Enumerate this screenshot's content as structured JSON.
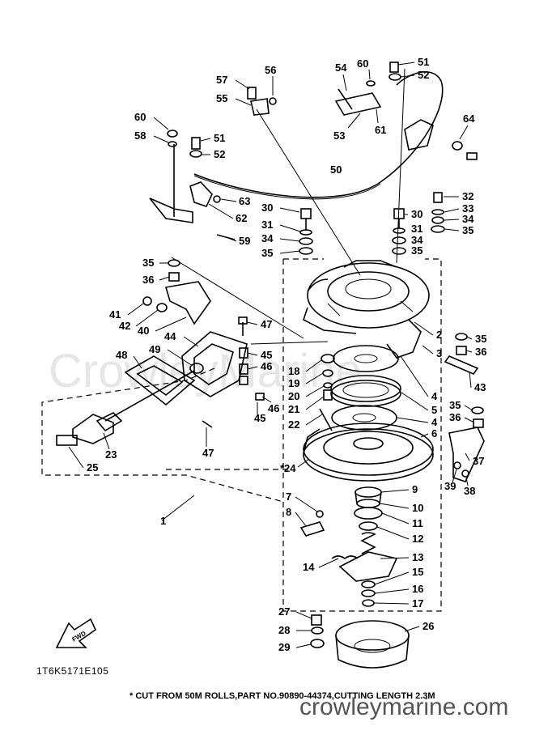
{
  "diagram": {
    "figure_id": "1T6K5171E105",
    "footnote": "* CUT FROM 50M ROLLS,PART NO.90890-44374,CUTTING LENGTH 2.3M",
    "watermark": "CrowleyMarine",
    "site_name": "crowleymarine.com",
    "fwd_label": "FWD",
    "callouts": [
      {
        "id": "c57",
        "label": "57"
      },
      {
        "id": "c56",
        "label": "56"
      },
      {
        "id": "c55a",
        "label": "55"
      },
      {
        "id": "c54",
        "label": "54"
      },
      {
        "id": "c60a",
        "label": "60"
      },
      {
        "id": "c51a",
        "label": "51"
      },
      {
        "id": "c52a",
        "label": "52"
      },
      {
        "id": "c53",
        "label": "53"
      },
      {
        "id": "c61",
        "label": "61"
      },
      {
        "id": "c64",
        "label": "64"
      },
      {
        "id": "c60b",
        "label": "60"
      },
      {
        "id": "c58",
        "label": "58"
      },
      {
        "id": "c51b",
        "label": "51"
      },
      {
        "id": "c52b",
        "label": "52"
      },
      {
        "id": "c50",
        "label": "50"
      },
      {
        "id": "c63",
        "label": "63"
      },
      {
        "id": "c62",
        "label": "62"
      },
      {
        "id": "c59",
        "label": "59"
      },
      {
        "id": "c30a",
        "label": "30"
      },
      {
        "id": "c31a",
        "label": "31"
      },
      {
        "id": "c34a",
        "label": "34"
      },
      {
        "id": "c35a",
        "label": "35"
      },
      {
        "id": "c30b",
        "label": "30"
      },
      {
        "id": "c31b",
        "label": "31"
      },
      {
        "id": "c34b",
        "label": "34"
      },
      {
        "id": "c35b",
        "label": "35"
      },
      {
        "id": "c32",
        "label": "32"
      },
      {
        "id": "c33",
        "label": "33"
      },
      {
        "id": "c34c",
        "label": "34"
      },
      {
        "id": "c35c",
        "label": "35"
      },
      {
        "id": "c35d",
        "label": "35"
      },
      {
        "id": "c36a",
        "label": "36"
      },
      {
        "id": "c41",
        "label": "41"
      },
      {
        "id": "c42",
        "label": "42"
      },
      {
        "id": "c40",
        "label": "40"
      },
      {
        "id": "c47a",
        "label": "47"
      },
      {
        "id": "c44",
        "label": "44"
      },
      {
        "id": "c49",
        "label": "49"
      },
      {
        "id": "c48",
        "label": "48"
      },
      {
        "id": "c45a",
        "label": "45"
      },
      {
        "id": "c46a",
        "label": "46"
      },
      {
        "id": "c2",
        "label": "2"
      },
      {
        "id": "c35e",
        "label": "35"
      },
      {
        "id": "c3",
        "label": "3"
      },
      {
        "id": "c36b",
        "label": "36"
      },
      {
        "id": "c18",
        "label": "18"
      },
      {
        "id": "c19",
        "label": "19"
      },
      {
        "id": "c20",
        "label": "20"
      },
      {
        "id": "c21",
        "label": "21"
      },
      {
        "id": "c22",
        "label": "22"
      },
      {
        "id": "c43",
        "label": "43"
      },
      {
        "id": "c4a",
        "label": "4"
      },
      {
        "id": "c5",
        "label": "5"
      },
      {
        "id": "c4b",
        "label": "4"
      },
      {
        "id": "c6",
        "label": "6"
      },
      {
        "id": "c35f",
        "label": "35"
      },
      {
        "id": "c36c",
        "label": "36"
      },
      {
        "id": "c46b",
        "label": "46"
      },
      {
        "id": "c45b",
        "label": "45"
      },
      {
        "id": "c23",
        "label": "23"
      },
      {
        "id": "c25",
        "label": "25"
      },
      {
        "id": "c47b",
        "label": "47"
      },
      {
        "id": "c24",
        "label": "*24"
      },
      {
        "id": "c37",
        "label": "37"
      },
      {
        "id": "c39",
        "label": "39"
      },
      {
        "id": "c38",
        "label": "38"
      },
      {
        "id": "c7",
        "label": "7"
      },
      {
        "id": "c8",
        "label": "8"
      },
      {
        "id": "c9",
        "label": "9"
      },
      {
        "id": "c10",
        "label": "10"
      },
      {
        "id": "c11",
        "label": "11"
      },
      {
        "id": "c12",
        "label": "12"
      },
      {
        "id": "c1",
        "label": "1"
      },
      {
        "id": "c14",
        "label": "14"
      },
      {
        "id": "c13",
        "label": "13"
      },
      {
        "id": "c15",
        "label": "15"
      },
      {
        "id": "c16",
        "label": "16"
      },
      {
        "id": "c17",
        "label": "17"
      },
      {
        "id": "c27",
        "label": "27"
      },
      {
        "id": "c26",
        "label": "26"
      },
      {
        "id": "c28",
        "label": "28"
      },
      {
        "id": "c29",
        "label": "29"
      }
    ]
  }
}
